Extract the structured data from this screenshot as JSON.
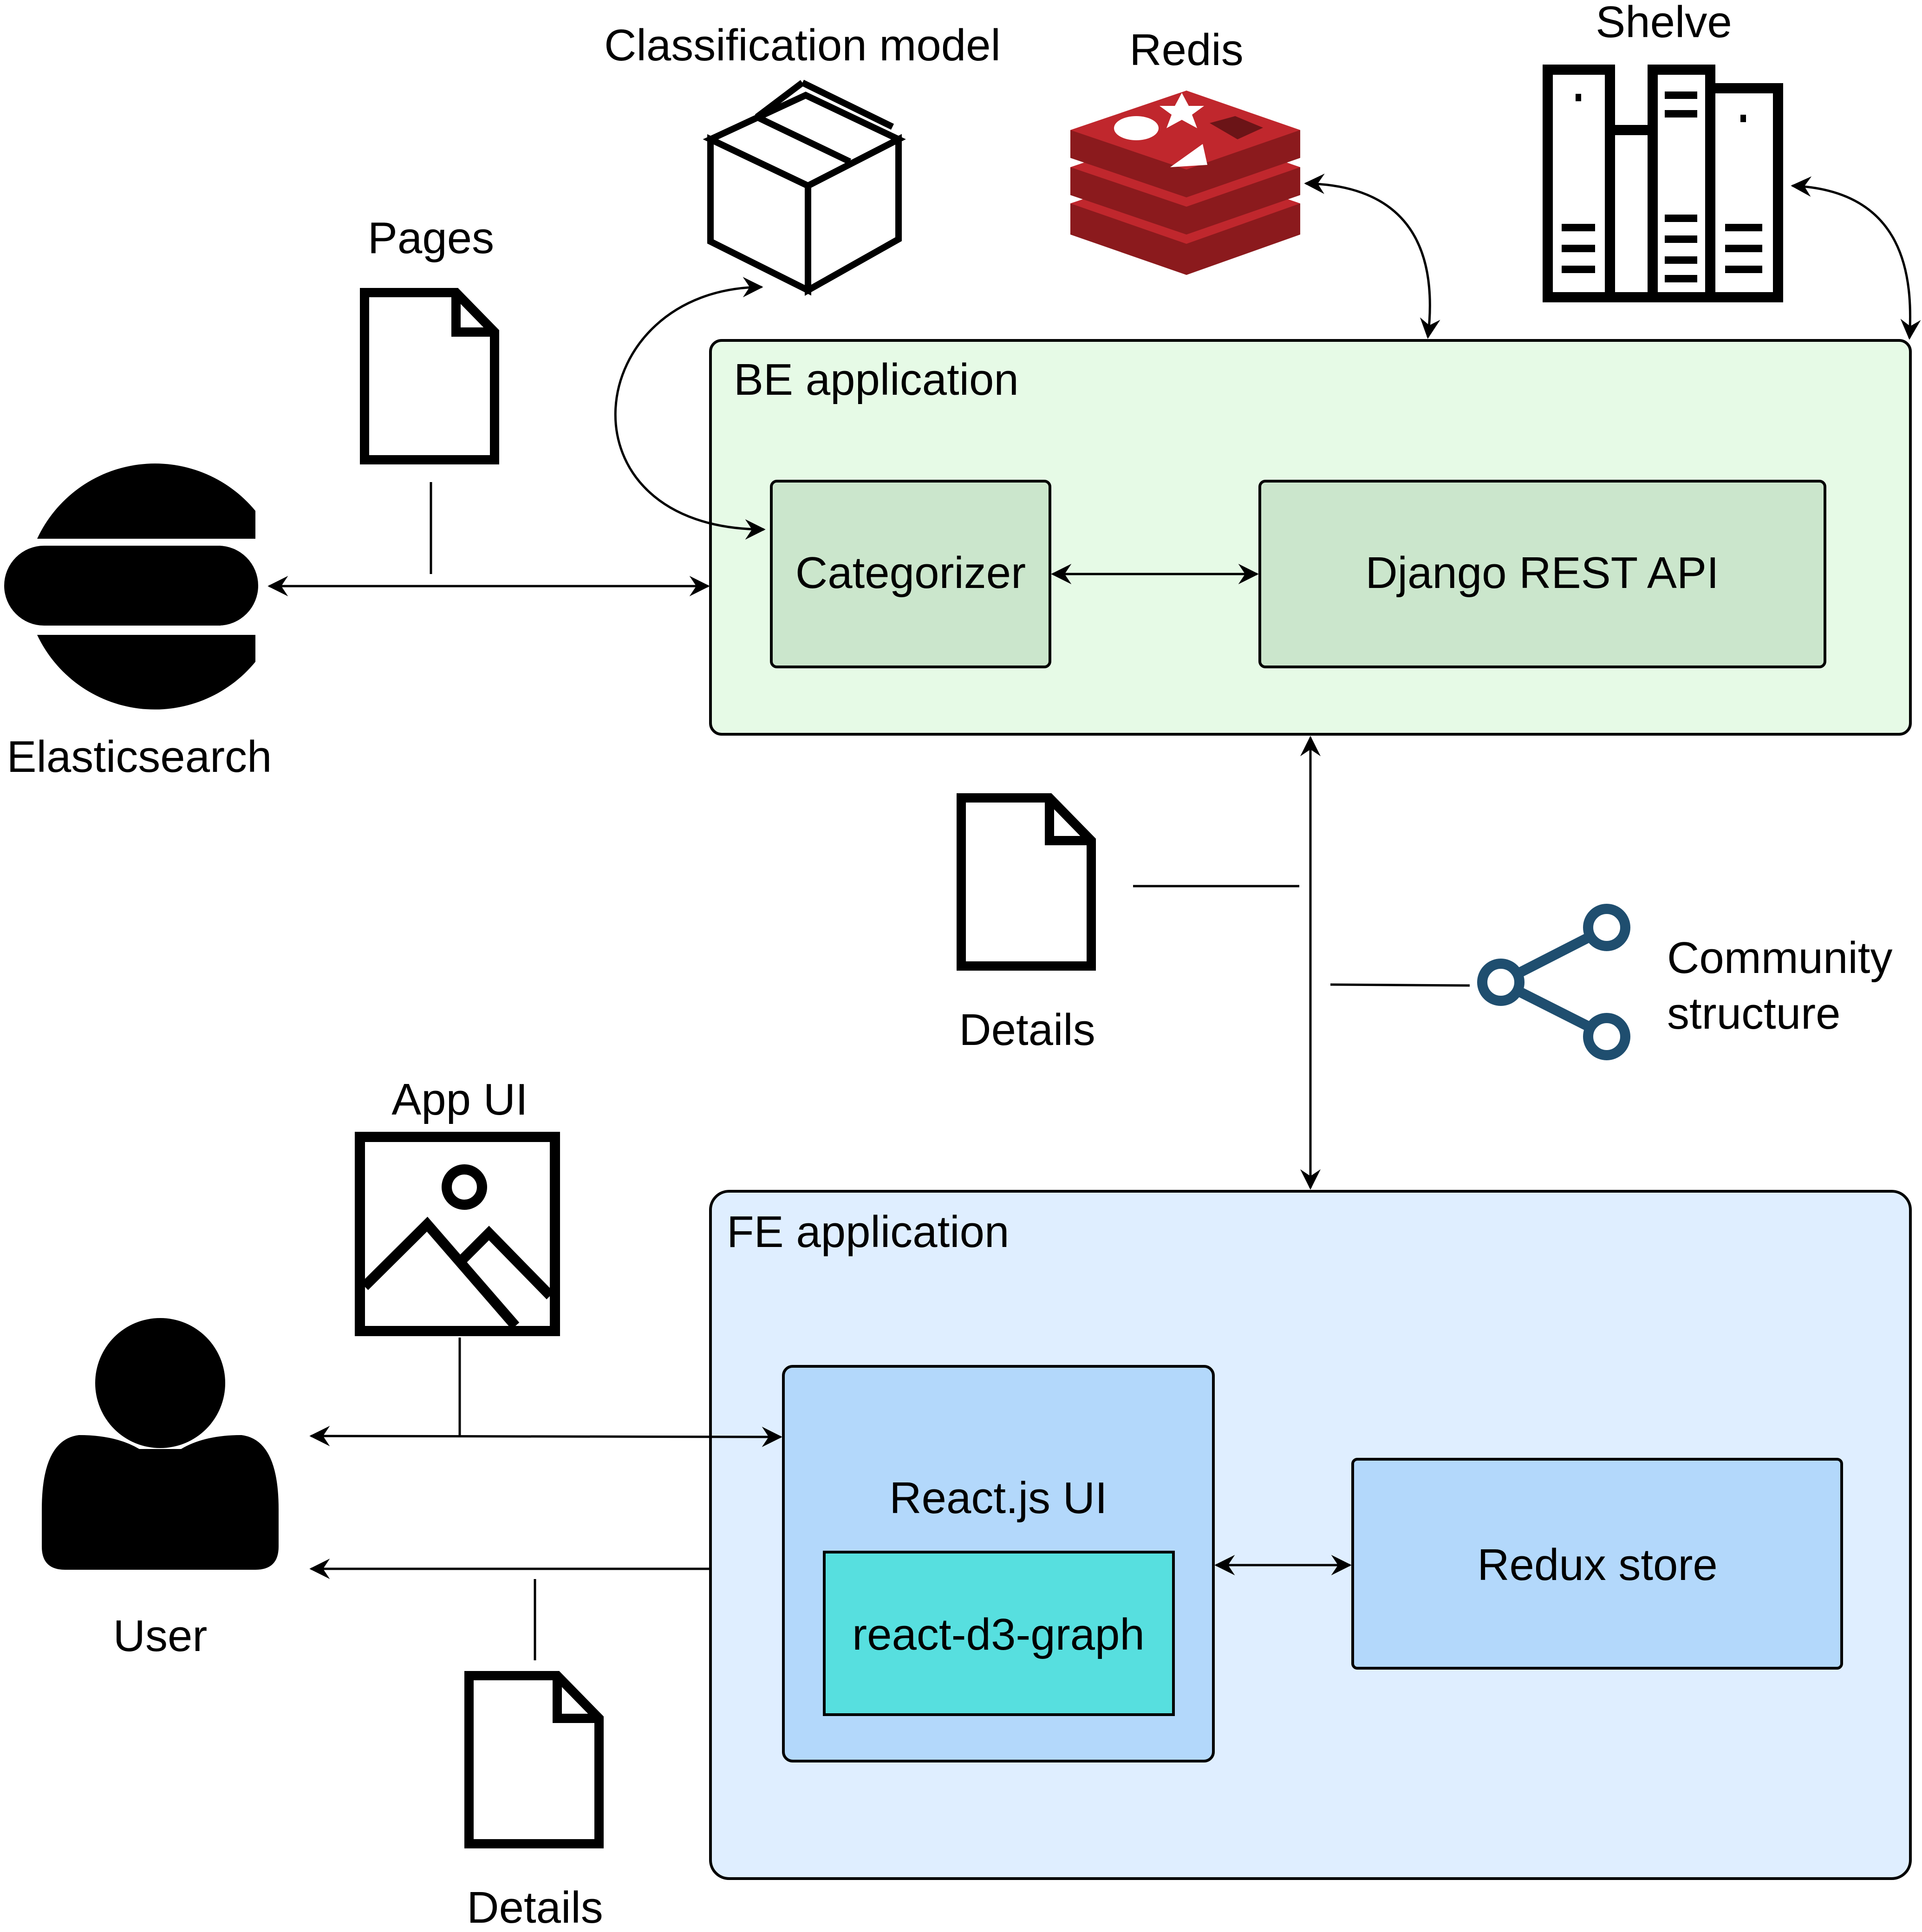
{
  "labels": {
    "classification_model": "Classification model",
    "redis": "Redis",
    "shelve": "Shelve",
    "pages": "Pages",
    "elasticsearch": "Elasticsearch",
    "details_middle": "Details",
    "community_line1": "Community",
    "community_line2": "structure",
    "app_ui": "App UI",
    "user": "User",
    "details_bottom": "Details"
  },
  "be_application": {
    "title": "BE application",
    "categorizer": "Categorizer",
    "django_api": "Django REST API"
  },
  "fe_application": {
    "title": "FE application",
    "react_ui": "React.js UI",
    "react_d3_graph": "react-d3-graph",
    "redux_store": "Redux store"
  },
  "colors": {
    "be_fill": "#e6fae6",
    "be_inner_fill": "#cbe6cc",
    "fe_fill": "#dfeeff",
    "fe_inner_fill": "#b3d8fb",
    "graph_fill": "#57dfdf",
    "redis_red": "#c0272d",
    "redis_dark": "#8b1a1d",
    "share_icon": "#1f4e6f"
  },
  "icons": {
    "classification_model": "box-icon",
    "redis": "redis-logo-icon",
    "shelve": "bookshelf-icon",
    "pages": "document-icon",
    "elasticsearch": "elasticsearch-logo-icon",
    "details_middle": "document-icon",
    "community": "share-network-icon",
    "app_ui": "image-icon",
    "user": "user-icon",
    "details_bottom": "document-icon"
  }
}
